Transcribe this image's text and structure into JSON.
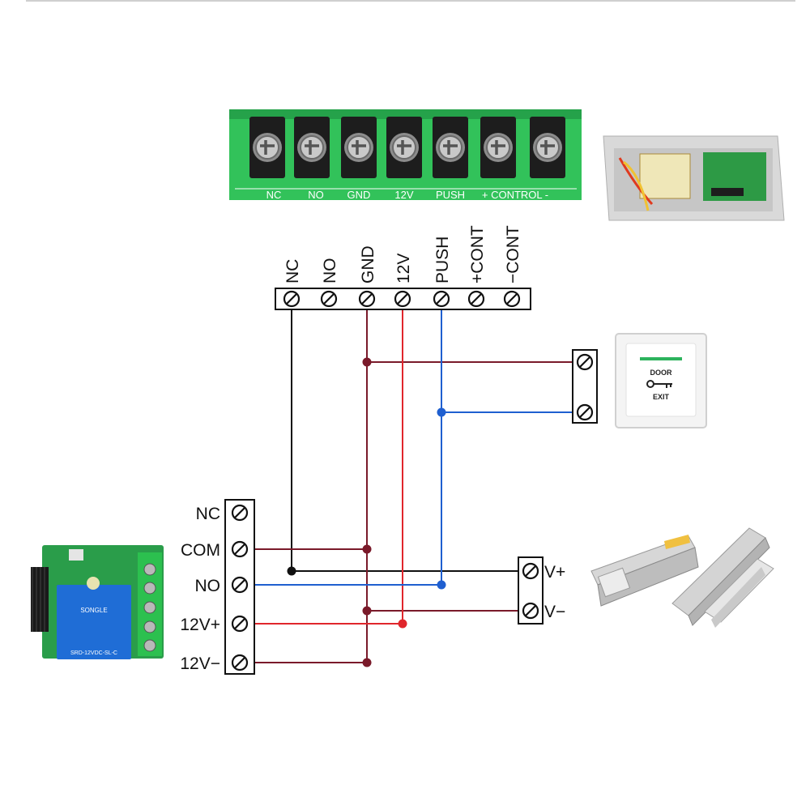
{
  "controller_board": {
    "labels": [
      "NC",
      "NO",
      "GND",
      "12V",
      "PUSH",
      "+ CONTROL -"
    ]
  },
  "power_terminal": {
    "labels": [
      "NC",
      "NO",
      "GND",
      "12V",
      "PUSH",
      "+CONT",
      "−CONT"
    ]
  },
  "exit_button": {
    "line1": "DOOR",
    "line2": "EXIT"
  },
  "receiver_terminal": {
    "labels": [
      "NC",
      "COM",
      "NO",
      "12V+",
      "12V−"
    ]
  },
  "lock_terminal": {
    "labels": [
      "V+",
      "V−"
    ]
  },
  "relay_module": {
    "relay_brand": "SONGLE",
    "relay_model": "SRD-12VDC-SL-C"
  },
  "wire_colors": {
    "dark_red": "#7a1a2a",
    "red": "#e0262c",
    "blue": "#1f5fd0",
    "black": "#111111"
  }
}
